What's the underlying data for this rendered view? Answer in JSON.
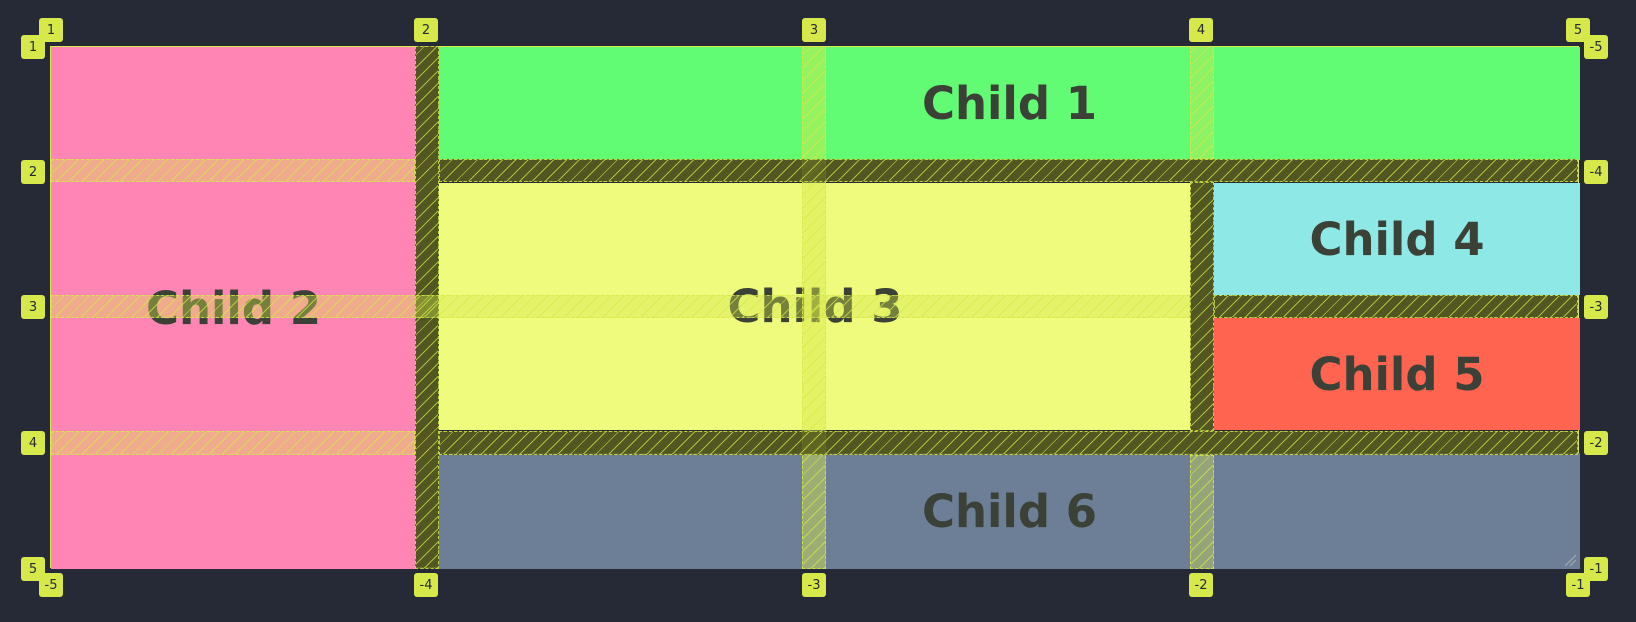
{
  "grid": {
    "children": [
      {
        "label": "Child 1"
      },
      {
        "label": "Child 2"
      },
      {
        "label": "Child 3"
      },
      {
        "label": "Child 4"
      },
      {
        "label": "Child 5"
      },
      {
        "label": "Child 6"
      }
    ],
    "column_labels_top": [
      "1",
      "2",
      "3",
      "4",
      "5"
    ],
    "column_labels_bottom": [
      "-5",
      "-4",
      "-3",
      "-2",
      "-1"
    ],
    "row_labels_left": [
      "1",
      "2",
      "3",
      "4",
      "5"
    ],
    "row_labels_right": [
      "-5",
      "-4",
      "-3",
      "-2",
      "-1"
    ]
  },
  "colors": {
    "background": "#262a37",
    "overlay": "#d6e84a",
    "child1": "#61fb74",
    "child2": "#ff86b4",
    "child3": "#eefb7d",
    "child4": "#8ee9e6",
    "child5": "#fe6450",
    "child6": "#6d7e97"
  }
}
